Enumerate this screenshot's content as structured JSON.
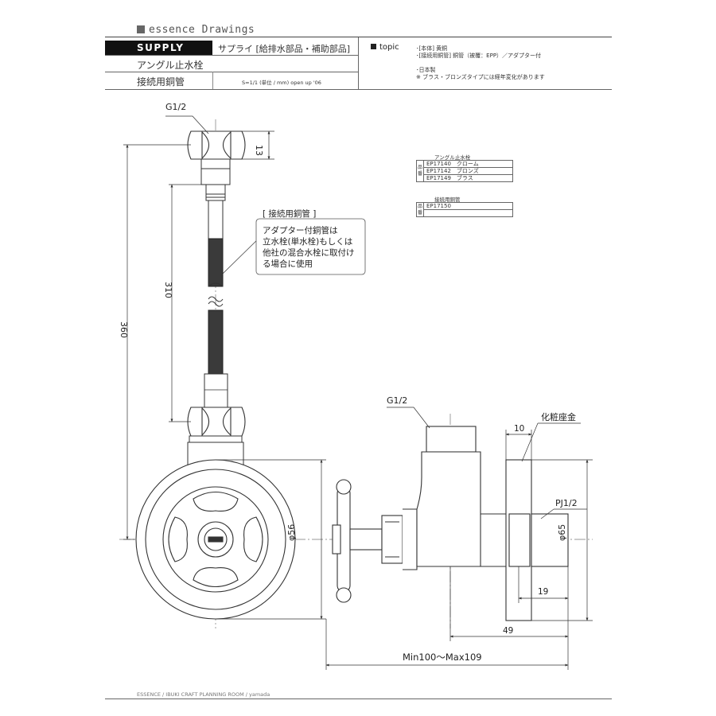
{
  "header": {
    "brand": "essence Drawings",
    "badge": "SUPPLY",
    "category": "サプライ [給排水部品・補助部品]",
    "product_main": "アングル止水栓",
    "product_sub": "接続用銅管",
    "scale": "S=1/1 (単位 / mm)   open up '06"
  },
  "topic": {
    "title": "topic",
    "lines": [
      "･[本体] 黄銅",
      "･[接続用銅管] 銅管（被覆：EPP）／アダプター付",
      "･日本製",
      "※ ブラス・ブロンズタイプには経年変化があります"
    ]
  },
  "part_tables": [
    {
      "title": "アングル止水栓",
      "side": "品番",
      "rows": [
        "EP17140　クローム",
        "EP17142　ブロンズ",
        "EP17149　ブラス"
      ]
    },
    {
      "title": "接続用銅管",
      "side": "品番",
      "rows": [
        "EP17150",
        ""
      ]
    }
  ],
  "drawing": {
    "label_g12_top": "G1/2",
    "dim_13": "13",
    "dim_310": "310",
    "dim_360": "360",
    "callout_title": "[ 接続用銅管 ]",
    "callout_lines": [
      "アダプター付銅管は",
      "立水栓(単水栓)もしくは",
      "他社の混合水栓に取付け",
      "る場合に使用"
    ],
    "label_g12_side": "G1/2",
    "label_escutcheon": "化粧座金",
    "dim_10": "10",
    "label_pj12": "PJ1/2",
    "dim_phi56": "φ56",
    "dim_phi65": "φ65",
    "dim_19": "19",
    "dim_49": "49",
    "dim_total": "Min100～Max109"
  },
  "footer": {
    "text": "ESSENCE / IBUKI CRAFT  PLANNING ROOM / yamada"
  }
}
